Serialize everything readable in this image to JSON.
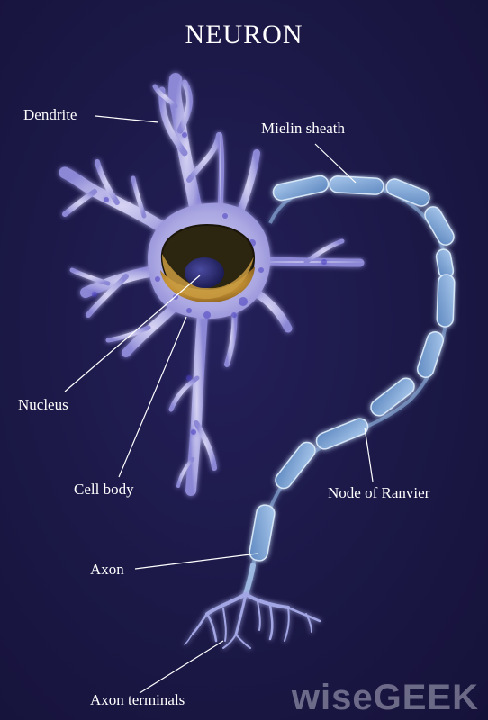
{
  "title": "NEURON",
  "labels": {
    "dendrite": "Dendrite",
    "myelin_sheath": "Mielin sheath",
    "nucleus": "Nucleus",
    "cell_body": "Cell body",
    "node_of_ranvier": "Node of Ranvier",
    "axon": "Axon",
    "axon_terminals": "Axon terminals"
  },
  "watermark": "wiseGEEK",
  "colors": {
    "background": "#1b1846",
    "cell": "#b9b8ea",
    "cell_speckle": "#4a3fc0",
    "nucleus_outer": "#c79a3c",
    "nucleus_inner": "#2a2a70",
    "myelin": "#7fa8d8",
    "label": "#ffffff"
  }
}
